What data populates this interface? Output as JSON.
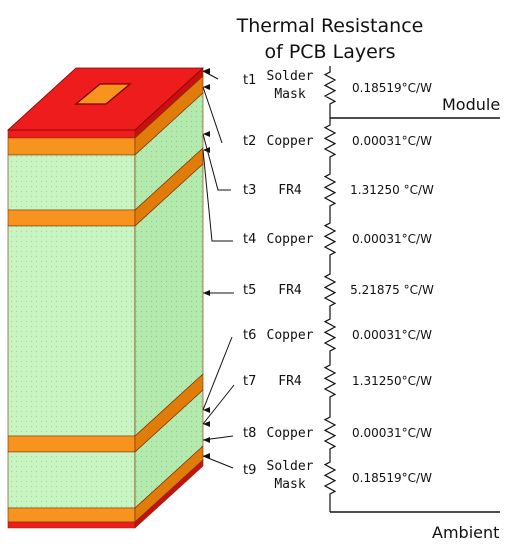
{
  "title": {
    "line1": "Thermal Resistance",
    "line2": "of PCB Layers"
  },
  "labels": {
    "module": "Module",
    "ambient": "Ambient"
  },
  "colors": {
    "solder_mask": "#ee1c1c",
    "copper": "#f7941d",
    "fr4": "#c8f5c2"
  },
  "layers": [
    {
      "tag": "t1",
      "name_lines": [
        "Solder",
        "Mask"
      ],
      "resistance": "0.18519°C/W"
    },
    {
      "tag": "t2",
      "name_lines": [
        "Copper"
      ],
      "resistance": "0.00031°C/W"
    },
    {
      "tag": "t3",
      "name_lines": [
        "FR4"
      ],
      "resistance": "1.31250 °C/W"
    },
    {
      "tag": "t4",
      "name_lines": [
        "Copper"
      ],
      "resistance": "0.00031°C/W"
    },
    {
      "tag": "t5",
      "name_lines": [
        "FR4"
      ],
      "resistance": "5.21875 °C/W"
    },
    {
      "tag": "t6",
      "name_lines": [
        "Copper"
      ],
      "resistance": "0.00031°C/W"
    },
    {
      "tag": "t7",
      "name_lines": [
        "FR4"
      ],
      "resistance": "1.31250°C/W"
    },
    {
      "tag": "t8",
      "name_lines": [
        "Copper"
      ],
      "resistance": "0.00031°C/W"
    },
    {
      "tag": "t9",
      "name_lines": [
        "Solder",
        "Mask"
      ],
      "resistance": "0.18519°C/W"
    }
  ]
}
